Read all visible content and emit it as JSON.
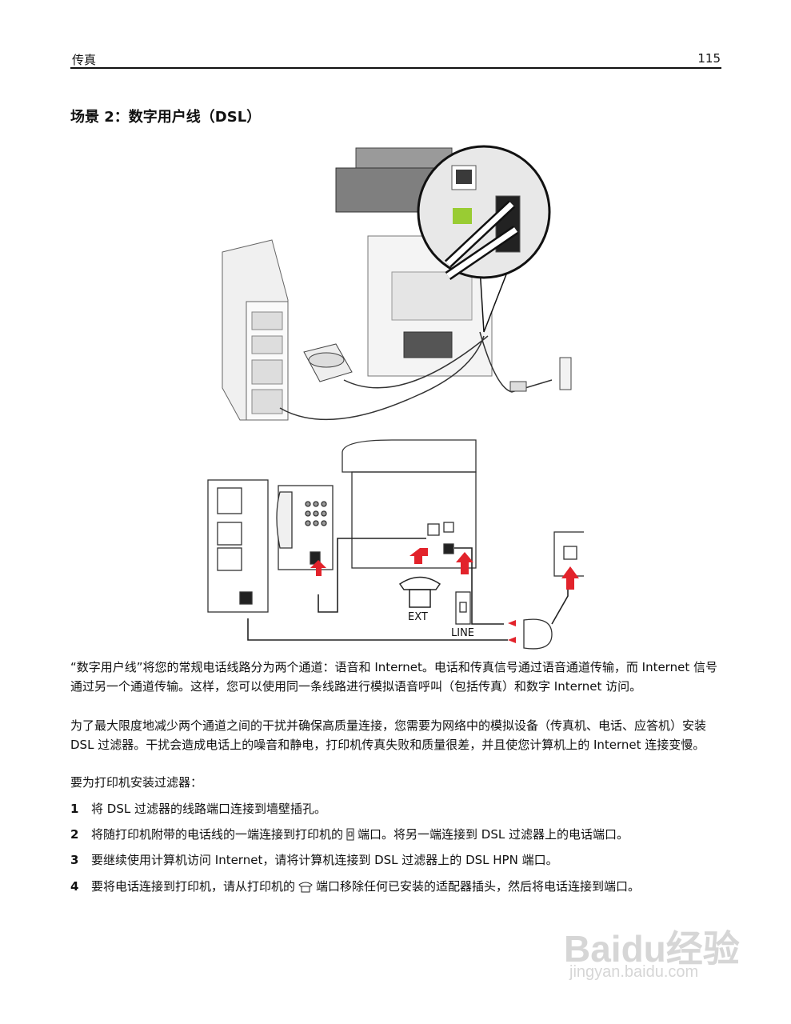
{
  "header": {
    "left": "传真",
    "page_number": "115"
  },
  "title": "场景 2：数字用户线（DSL）",
  "figure_labels": {
    "ext": "EXT",
    "line": "LINE"
  },
  "paragraphs": [
    "“数字用户线”将您的常规电话线路分为两个通道：语音和 Internet。电话和传真信号通过语音通道传输，而 Internet 信号通过另一个通道传输。这样，您可以使用同一条线路进行模拟语音呼叫（包括传真）和数字 Internet 访问。",
    "为了最大限度地减少两个通道之间的干扰并确保高质量连接，您需要为网络中的模拟设备（传真机、电话、应答机）安装 DSL 过滤器。干扰会造成电话上的噪音和静电，打印机传真失败和质量很差，并且使您计算机上的 Internet 连接变慢。",
    "要为打印机安装过滤器："
  ],
  "steps": [
    {
      "num": "1",
      "text": "将 DSL 过滤器的线路端口连接到墙壁插孔。"
    },
    {
      "num": "2",
      "pre": "将随打印机附带的电话线的一端连接到打印机的",
      "post": "端口。将另一端连接到 DSL 过滤器上的电话端口。"
    },
    {
      "num": "3",
      "text": "要继续使用计算机访问 Internet，请将计算机连接到 DSL 过滤器上的 DSL HPN 端口。"
    },
    {
      "num": "4",
      "pre": "要将电话连接到打印机，请从打印机的",
      "post": "端口移除任何已安装的适配器插头，然后将电话连接到端口。"
    }
  ],
  "watermark": {
    "main": "Baidu经验",
    "sub": "jingyan.baidu.com"
  },
  "colors": {
    "arrow": "#e2232b",
    "line": "#222222"
  }
}
